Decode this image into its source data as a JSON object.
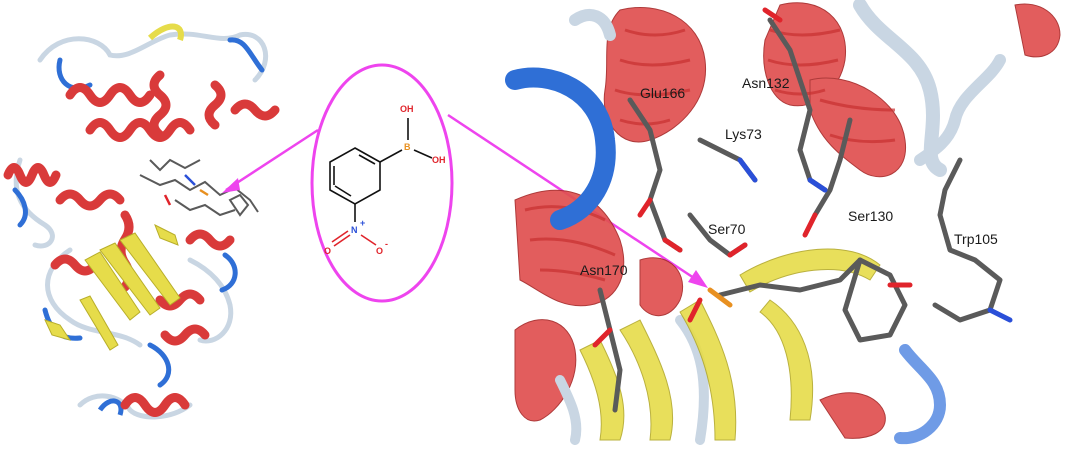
{
  "colors": {
    "helix": "#d93a3a",
    "sheet": "#e6dc4a",
    "coil": "#c9d6e3",
    "coil_blue": "#2f6fd6",
    "carbon": "#5a5a5a",
    "oxygen": "#e0242b",
    "nitrogen": "#2a4fd8",
    "boron": "#e89020",
    "highlight": "#ee44ee"
  },
  "ligand": {
    "oh_top": "OH",
    "oh_right": "OH",
    "boron": "B",
    "nitro_n": "N",
    "nitro_plus": "+",
    "nitro_o_left": "O",
    "nitro_o_right": "O",
    "nitro_minus": "-"
  },
  "residues": {
    "glu166": "Glu166",
    "asn132": "Asn132",
    "lys73": "Lys73",
    "ser130": "Ser130",
    "ser70": "Ser70",
    "trp105": "Trp105",
    "asn170": "Asn170"
  }
}
